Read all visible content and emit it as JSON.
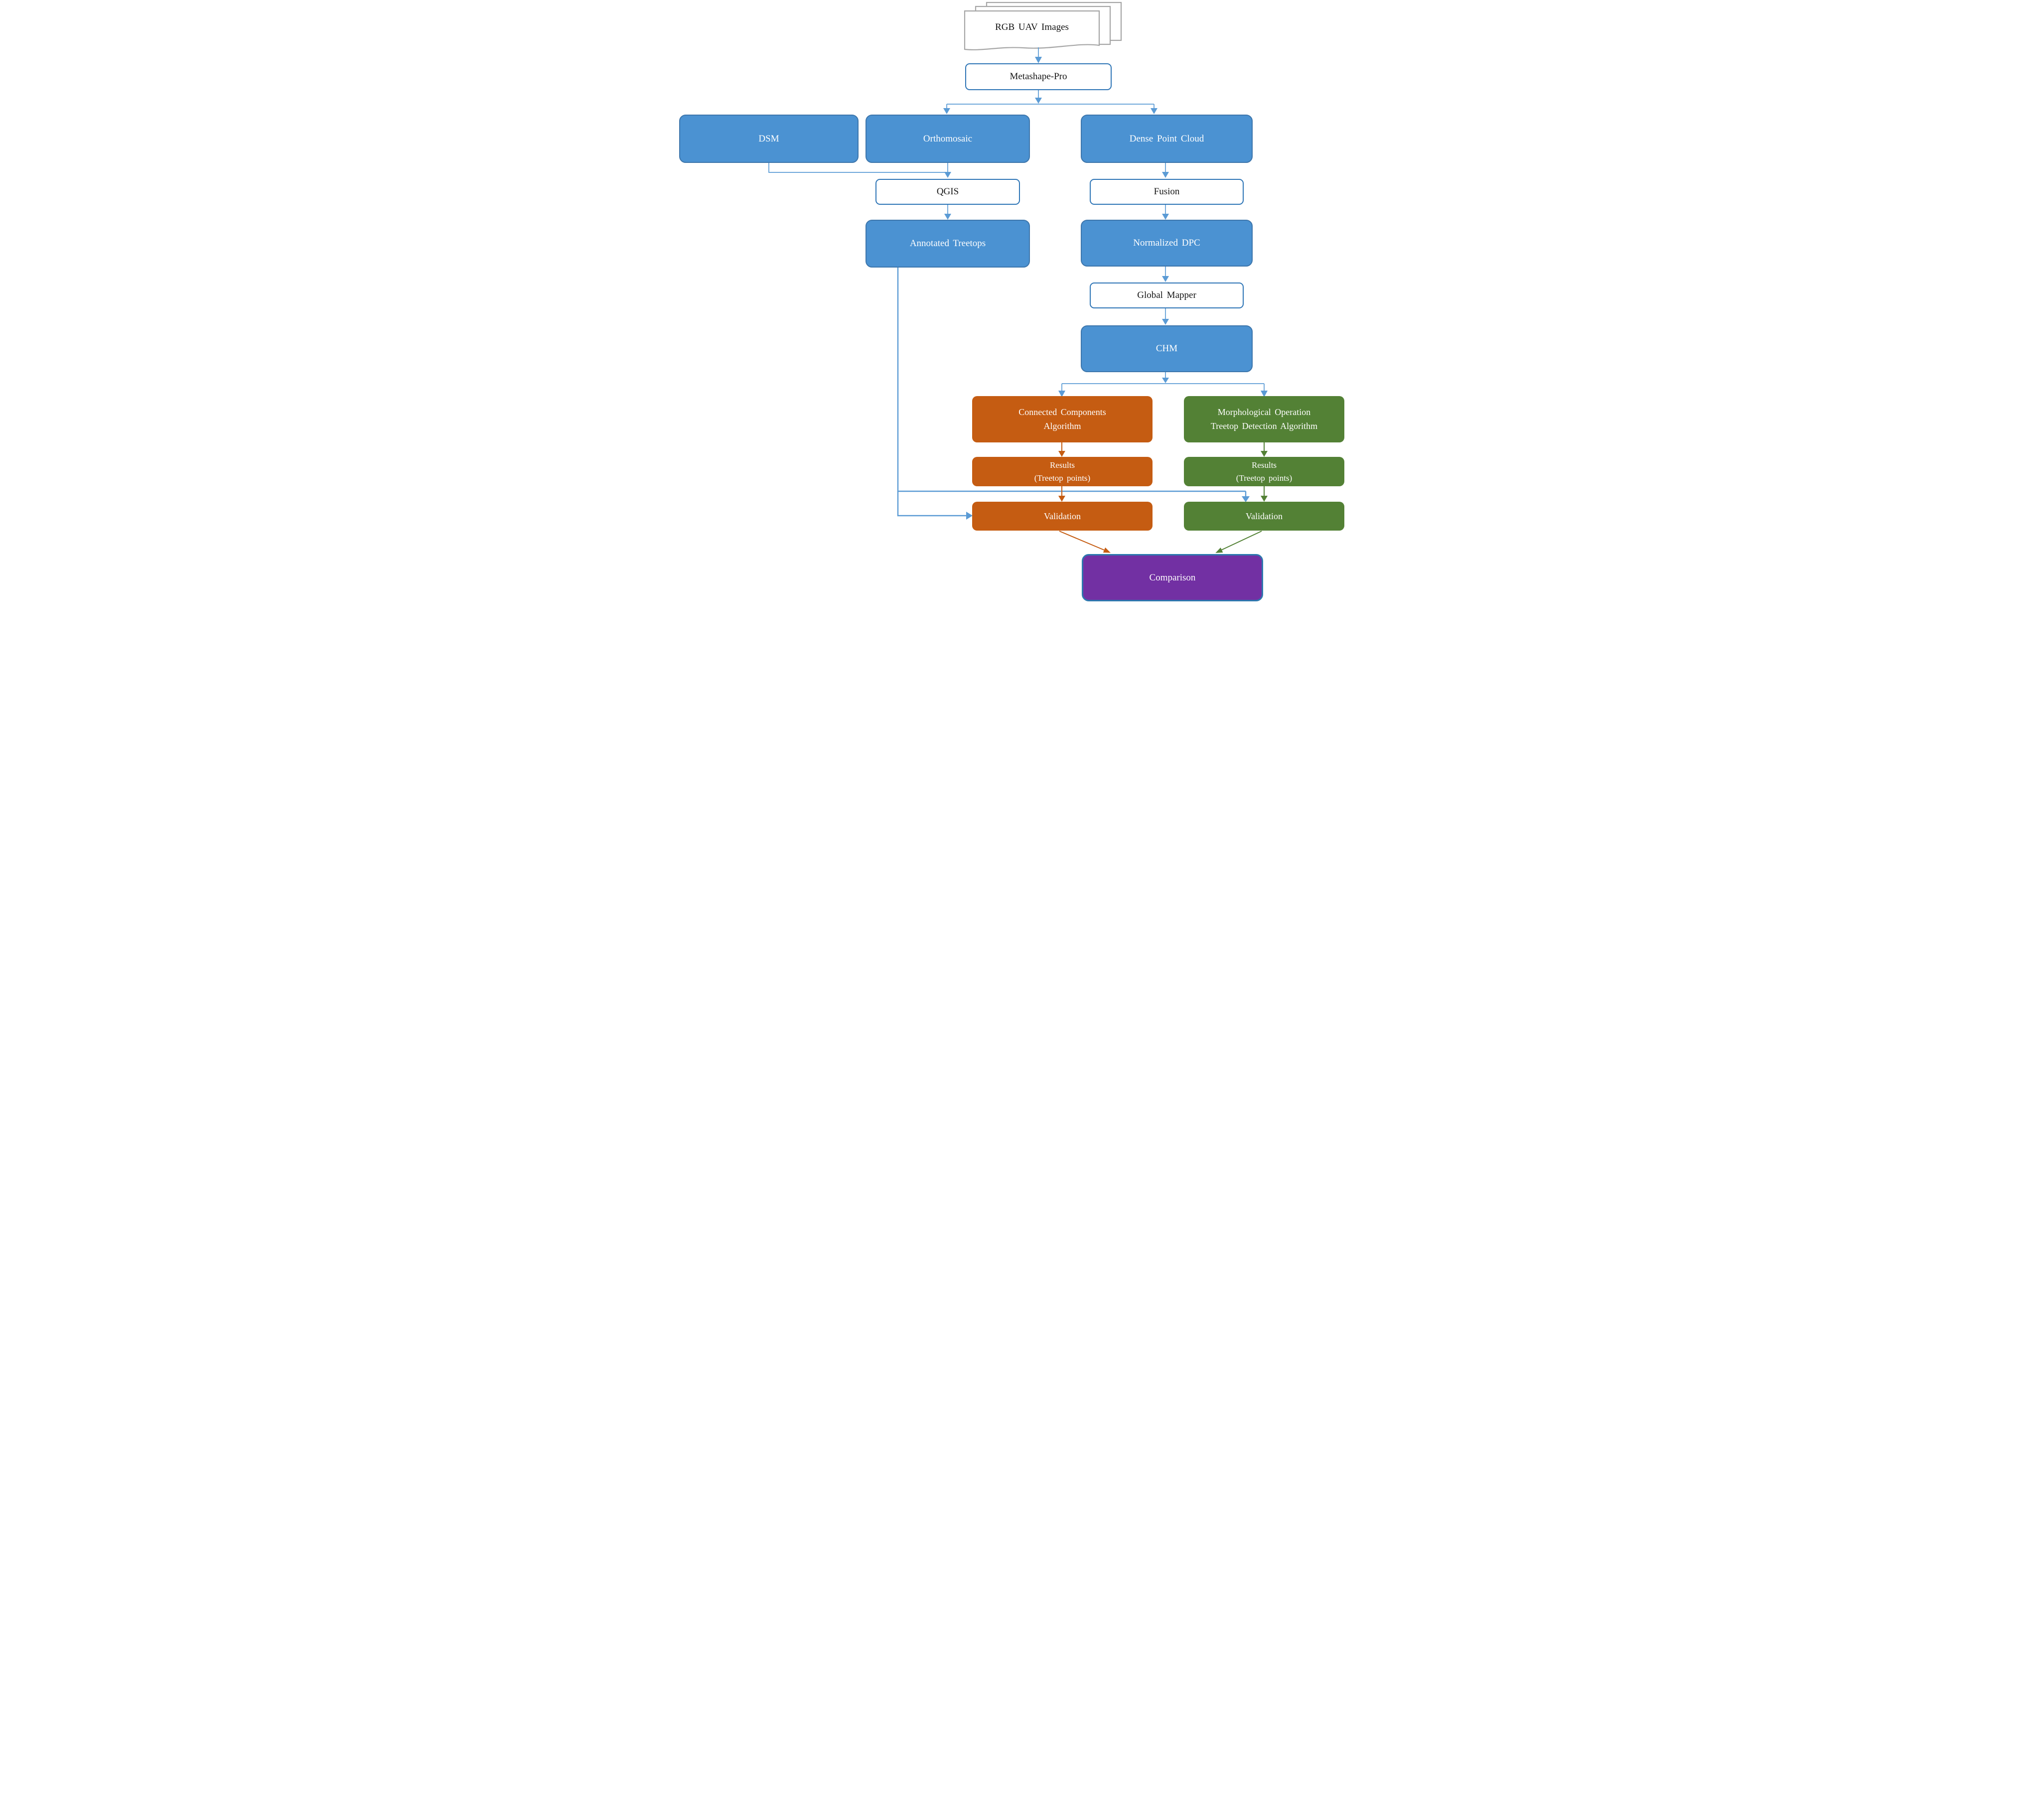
{
  "figure": {
    "description": "Workflow flowchart for UAV image processing and treetop detection"
  },
  "colors": {
    "node_blue": "#4B92D2",
    "node_blue_border": "#3D76AC",
    "connector_blue": "#5B9BD5",
    "process_border": "#2E75B6",
    "node_orange": "#C55C12",
    "node_green": "#538135",
    "node_purple": "#7230A3",
    "purple_border": "#2E77AE",
    "page_gray": "#A6A6A6"
  },
  "nodes": {
    "rgb_uav_images": {
      "label": "RGB UAV Images",
      "type": "document"
    },
    "metashape": {
      "label": "Metashape-Pro",
      "type": "process"
    },
    "dsm": {
      "label": "DSM",
      "type": "data"
    },
    "orthomosaic": {
      "label": "Orthomosaic",
      "type": "data"
    },
    "dense_point_cloud": {
      "label": "Dense Point Cloud",
      "type": "data"
    },
    "qgis": {
      "label": "QGIS",
      "type": "process"
    },
    "fusion": {
      "label": "Fusion",
      "type": "process"
    },
    "annotated_treetops": {
      "label": "Annotated Treetops",
      "type": "data"
    },
    "normalized_dpc": {
      "label": "Normalized DPC",
      "type": "data"
    },
    "global_mapper": {
      "label": "Global Mapper",
      "type": "process"
    },
    "chm": {
      "label": "CHM",
      "type": "data"
    },
    "connected_components": {
      "label_line1": "Connected Components",
      "label_line2": "Algorithm",
      "type": "algorithm"
    },
    "morphological": {
      "label_line1": "Morphological Operation",
      "label_line2": "Treetop Detection Algorithm",
      "type": "algorithm"
    },
    "results_cca": {
      "label_line1": "Results",
      "label_line2": "(Treetop points)",
      "type": "output"
    },
    "results_morph": {
      "label_line1": "Results",
      "label_line2": "(Treetop points)",
      "type": "output"
    },
    "validation_cca": {
      "label": "Validation",
      "type": "step"
    },
    "validation_morph": {
      "label": "Validation",
      "type": "step"
    },
    "comparison": {
      "label": "Comparison",
      "type": "final"
    }
  },
  "edges": [
    {
      "from": "rgb_uav_images",
      "to": "metashape",
      "color": "blue"
    },
    {
      "from": "metashape",
      "to": "orthomosaic",
      "color": "blue"
    },
    {
      "from": "metashape",
      "to": "dense_point_cloud",
      "color": "blue"
    },
    {
      "from": "dsm",
      "to": "qgis",
      "color": "blue"
    },
    {
      "from": "orthomosaic",
      "to": "qgis",
      "color": "blue"
    },
    {
      "from": "qgis",
      "to": "annotated_treetops",
      "color": "blue"
    },
    {
      "from": "dense_point_cloud",
      "to": "fusion",
      "color": "blue"
    },
    {
      "from": "fusion",
      "to": "normalized_dpc",
      "color": "blue"
    },
    {
      "from": "normalized_dpc",
      "to": "global_mapper",
      "color": "blue"
    },
    {
      "from": "global_mapper",
      "to": "chm",
      "color": "blue"
    },
    {
      "from": "chm",
      "to": "connected_components",
      "color": "blue"
    },
    {
      "from": "chm",
      "to": "morphological",
      "color": "blue"
    },
    {
      "from": "connected_components",
      "to": "results_cca",
      "color": "orange"
    },
    {
      "from": "morphological",
      "to": "results_morph",
      "color": "green"
    },
    {
      "from": "results_cca",
      "to": "validation_cca",
      "color": "orange"
    },
    {
      "from": "results_morph",
      "to": "validation_morph",
      "color": "green"
    },
    {
      "from": "annotated_treetops",
      "to": "validation_cca",
      "color": "blue"
    },
    {
      "from": "annotated_treetops",
      "to": "validation_morph",
      "color": "blue"
    },
    {
      "from": "validation_cca",
      "to": "comparison",
      "color": "orange"
    },
    {
      "from": "validation_morph",
      "to": "comparison",
      "color": "green"
    }
  ]
}
